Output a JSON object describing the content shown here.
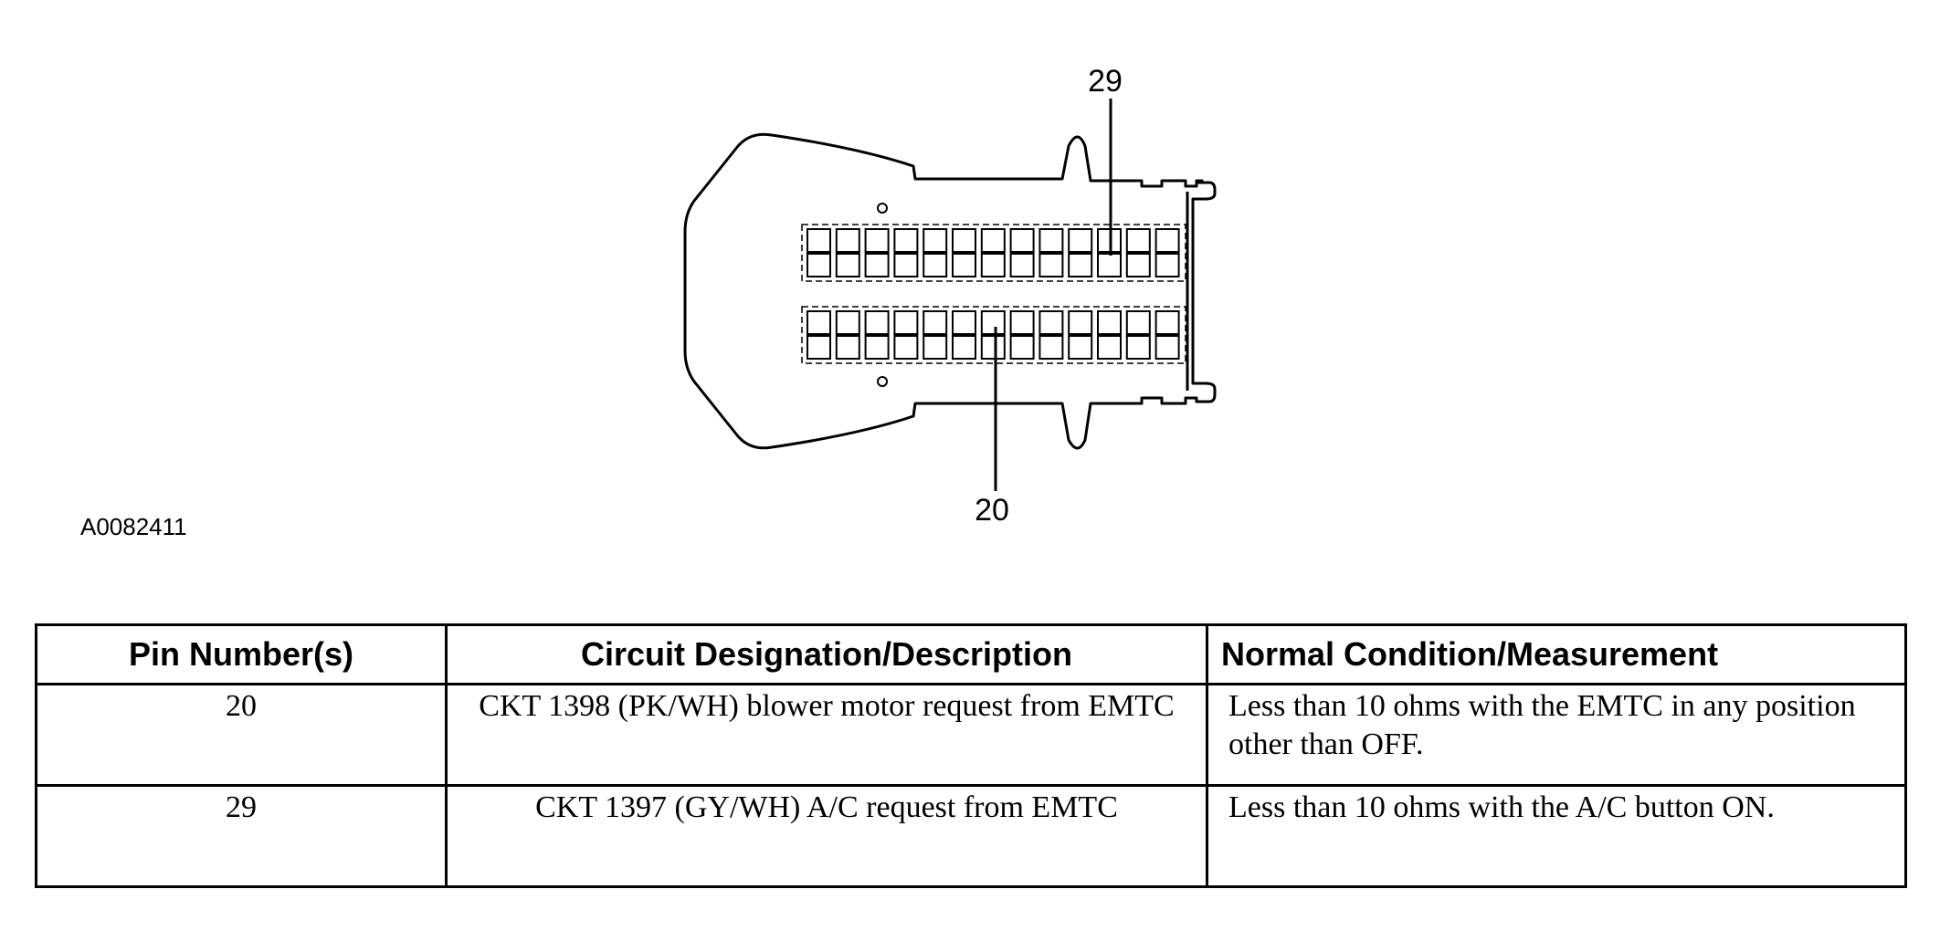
{
  "figure_id": "A0082411",
  "callouts": {
    "top": "29",
    "bottom": "20"
  },
  "table": {
    "headers": [
      "Pin Number(s)",
      "Circuit Designation/Description",
      "Normal Condition/Measurement"
    ],
    "rows": [
      {
        "pin": "20",
        "circuit": "CKT 1398 (PK/WH) blower motor request from EMTC",
        "condition": "Less than 10 ohms with the EMTC in any position other than OFF."
      },
      {
        "pin": "29",
        "circuit": "CKT 1397 (GY/WH) A/C request from EMTC",
        "condition": "Less than 10 ohms with the A/C button ON."
      }
    ]
  }
}
